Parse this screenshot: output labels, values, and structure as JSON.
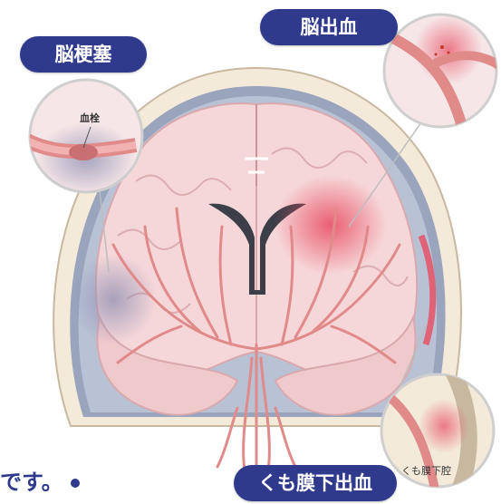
{
  "labels": {
    "infarction": "脳梗塞",
    "hemorrhage": "脳出血",
    "subarachnoid": "くも膜下出血",
    "clot": "血栓",
    "subarachnoid_small": "くも膜下腔",
    "caption_fragment": "です。"
  },
  "colors": {
    "pill": "#2f3a8c",
    "brain": "#f6d7d9",
    "vessel": "#e08a8a",
    "bleed": "#e84a5f",
    "skull": "#f3ead9",
    "meninges": "#9aa4bd"
  }
}
